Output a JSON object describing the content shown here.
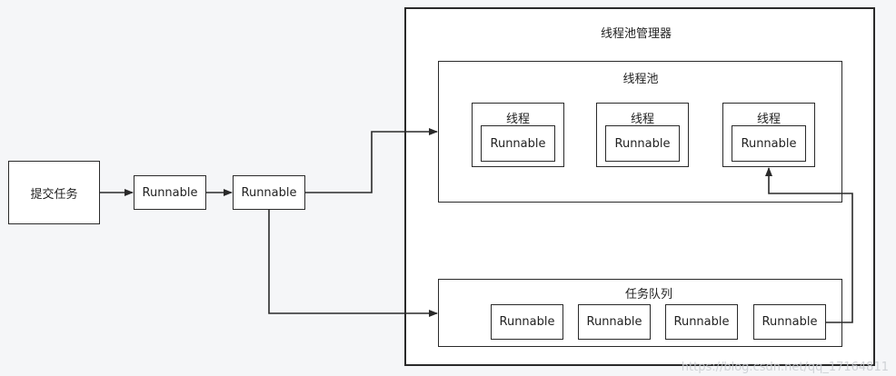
{
  "submit": {
    "label": "提交任务"
  },
  "flow": {
    "runnable_1": "Runnable",
    "runnable_2": "Runnable"
  },
  "manager": {
    "title": "线程池管理器"
  },
  "pool": {
    "title": "线程池",
    "threads": [
      {
        "title": "线程",
        "task": "Runnable"
      },
      {
        "title": "线程",
        "task": "Runnable"
      },
      {
        "title": "线程",
        "task": "Runnable"
      }
    ]
  },
  "queue": {
    "title": "任务队列",
    "items": [
      "Runnable",
      "Runnable",
      "Runnable",
      "Runnable"
    ]
  },
  "watermark": "https://blog.csdn.net/qq_17164811",
  "colors": {
    "stroke": "#2a2a2a",
    "background": "#f5f6f8",
    "box_fill": "#ffffff"
  }
}
